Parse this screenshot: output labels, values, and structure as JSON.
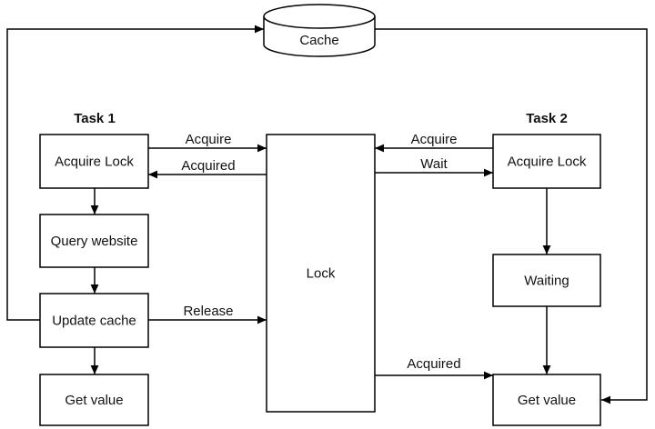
{
  "diagram": {
    "background": "#ffffff",
    "stroke_color": "#000000",
    "text_color": "#111111",
    "cache": {
      "label": "Cache"
    },
    "lock": {
      "label": "Lock"
    },
    "task1": {
      "title": "Task 1",
      "nodes": {
        "acquire_lock": "Acquire Lock",
        "query_website": "Query website",
        "update_cache": "Update cache",
        "get_value": "Get value"
      }
    },
    "task2": {
      "title": "Task 2",
      "nodes": {
        "acquire_lock": "Acquire Lock",
        "waiting": "Waiting",
        "get_value": "Get value"
      }
    },
    "edges": {
      "task1_acquire": "Acquire",
      "task1_acquired": "Acquired",
      "task1_release": "Release",
      "task2_acquire": "Acquire",
      "task2_wait": "Wait",
      "task2_acquired": "Acquired"
    }
  }
}
